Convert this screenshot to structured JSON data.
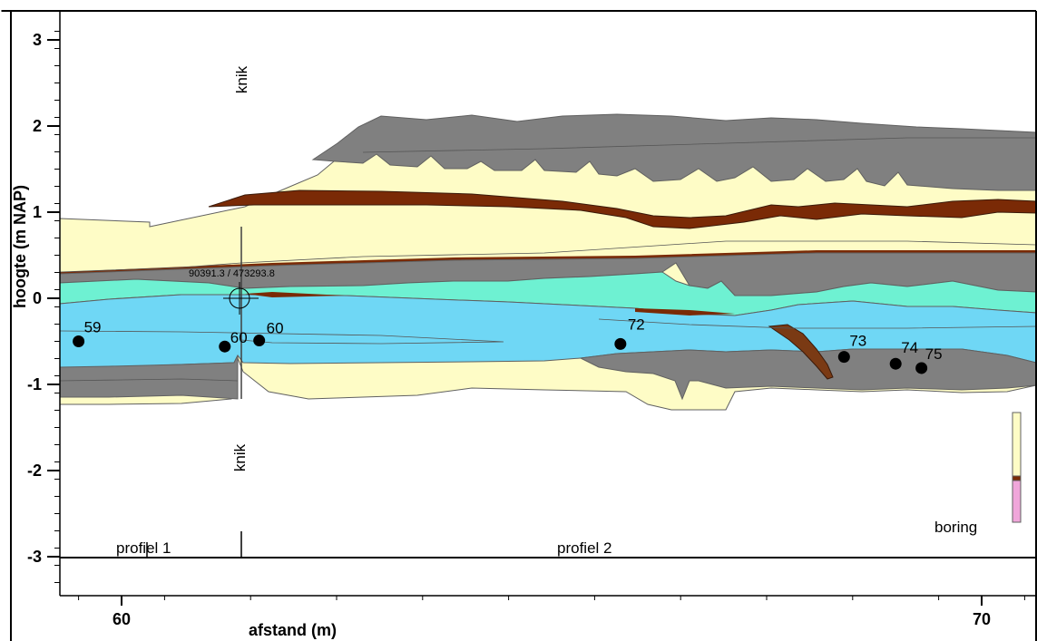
{
  "title": "",
  "axes": {
    "xlabel": "afstand (m)",
    "ylabel": "hoogte (m NAP)",
    "y_ticks": [
      3,
      2,
      1,
      0,
      -1,
      -2,
      -3
    ],
    "y_tick_labels": [
      "3",
      "2",
      "1",
      "0",
      "-1",
      "-2",
      "-3"
    ],
    "x_ticks": [
      60,
      70
    ],
    "x_tick_labels": [
      "60",
      "70"
    ]
  },
  "annotations": {
    "knik_top": "knik",
    "knik_bottom": "knik",
    "coordinate": "90391.3 / 473293.8",
    "boring": "boring",
    "profiel_1": "profiel 1",
    "profiel_2": "profiel 2"
  },
  "sample_points": [
    {
      "label": "59",
      "x": 59.5,
      "y": -0.5
    },
    {
      "label": "60",
      "x": 61.2,
      "y": -0.56
    },
    {
      "label": "60",
      "x": 61.6,
      "y": -0.49
    },
    {
      "label": "72",
      "x": 65.8,
      "y": -0.53
    },
    {
      "label": "73",
      "x": 68.4,
      "y": -0.68
    },
    {
      "label": "74",
      "x": 69.0,
      "y": -0.76
    },
    {
      "label": "75",
      "x": 69.3,
      "y": -0.81
    }
  ],
  "layer_colors": {
    "grey_clay": "#808080",
    "sand": "#fefcc6",
    "peat": "#7a2a06",
    "light_blue": "#6fd7f5",
    "turquoise": "#6ef1d2",
    "boring_pink": "#f0a6da"
  }
}
